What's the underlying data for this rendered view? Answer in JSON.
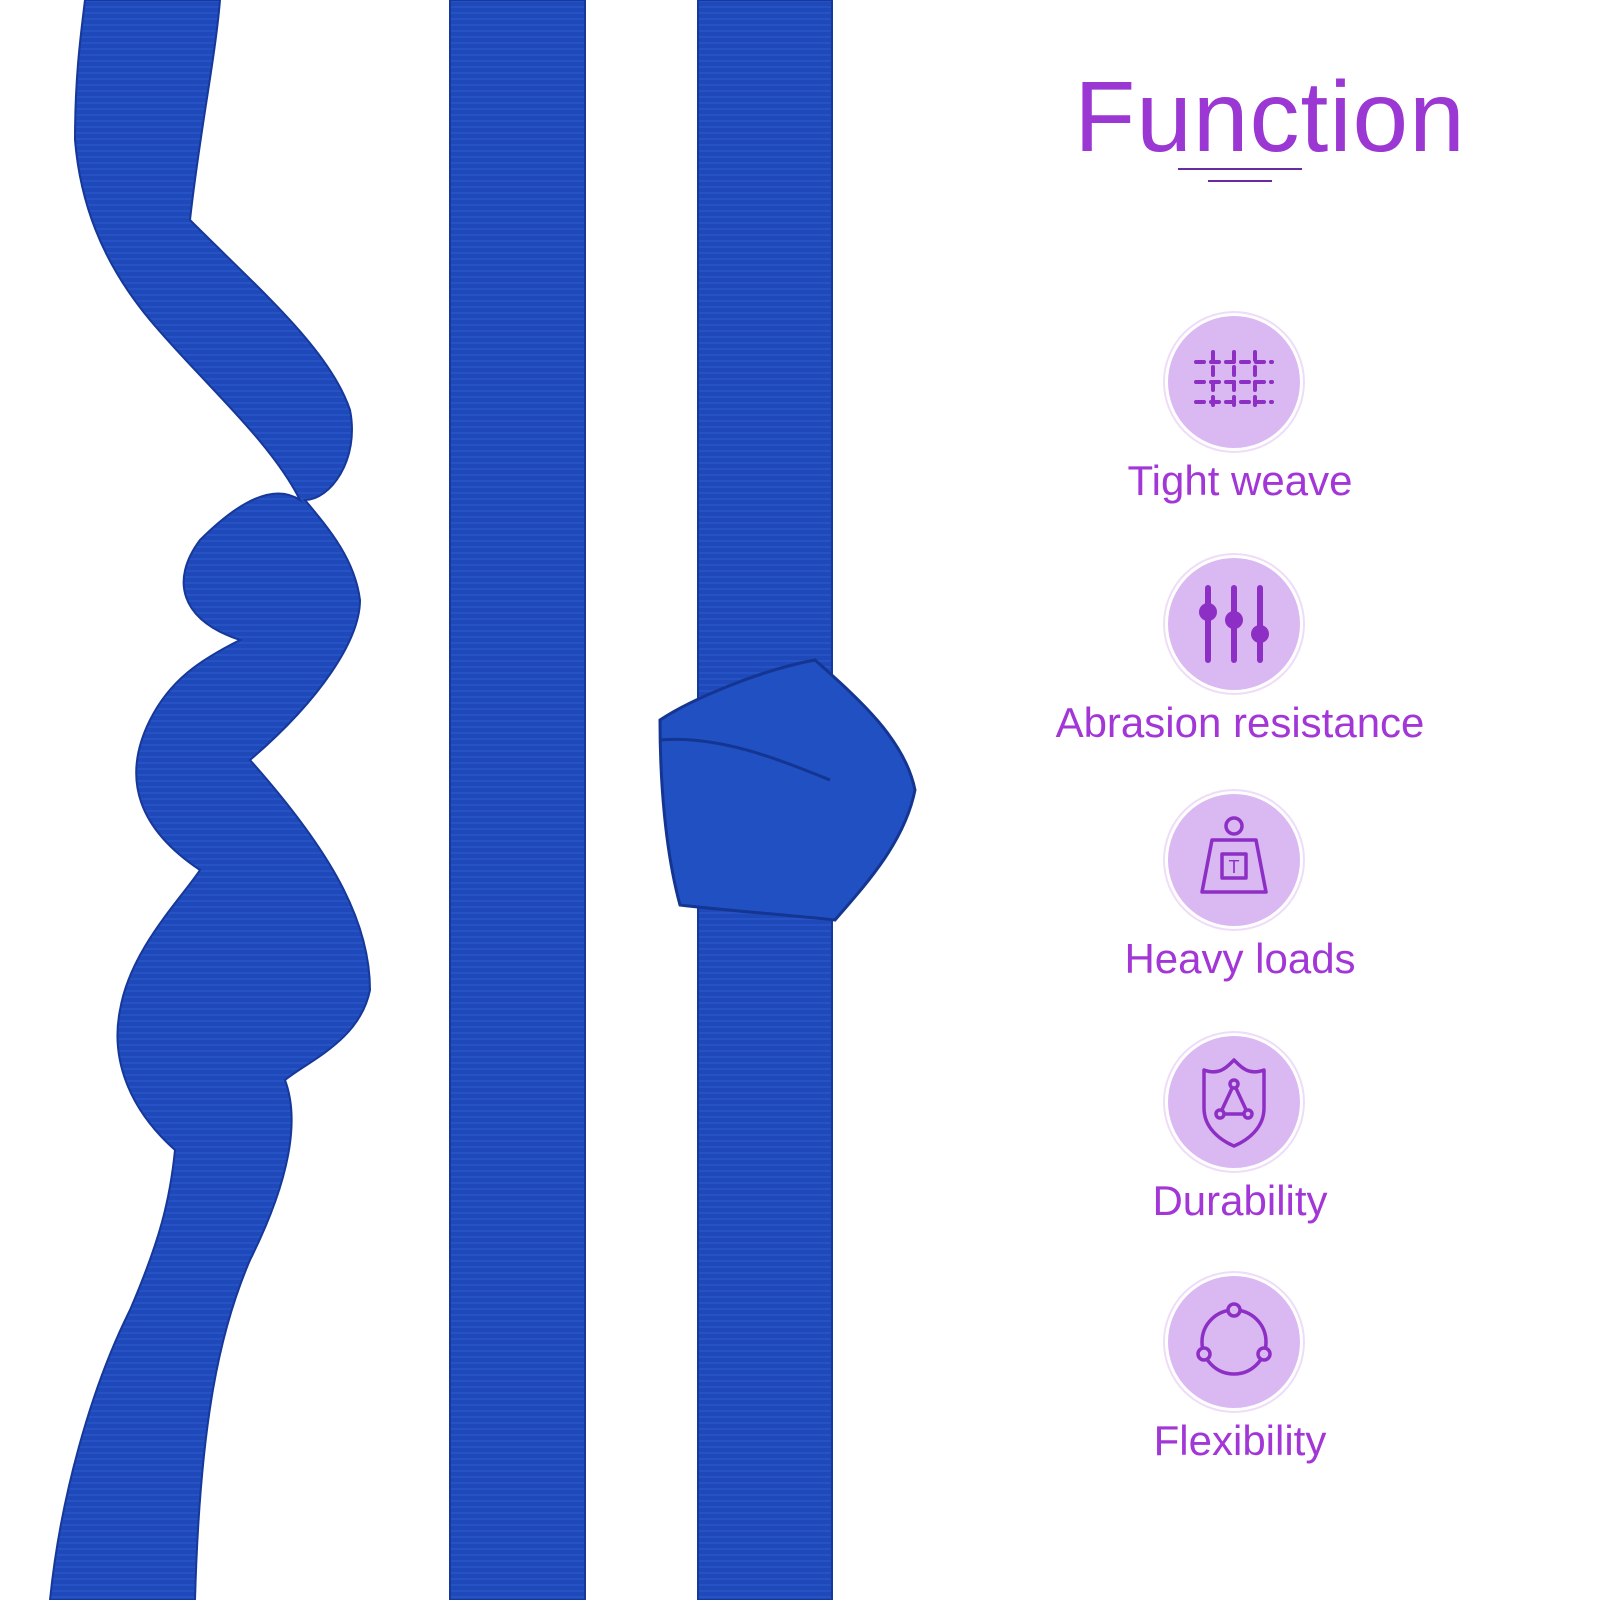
{
  "title": "Function",
  "colors": {
    "accent": "#9b37d2",
    "strap": "#1f48b8",
    "icon_bg": "#dab8f2"
  },
  "features": [
    {
      "label": "Tight weave",
      "icon": "weave-grid-icon"
    },
    {
      "label": "Abrasion resistance",
      "icon": "sliders-icon"
    },
    {
      "label": "Heavy loads",
      "icon": "weight-t-icon"
    },
    {
      "label": "Durability",
      "icon": "shield-triangle-icon"
    },
    {
      "label": "Flexibility",
      "icon": "circle-nodes-icon"
    }
  ]
}
